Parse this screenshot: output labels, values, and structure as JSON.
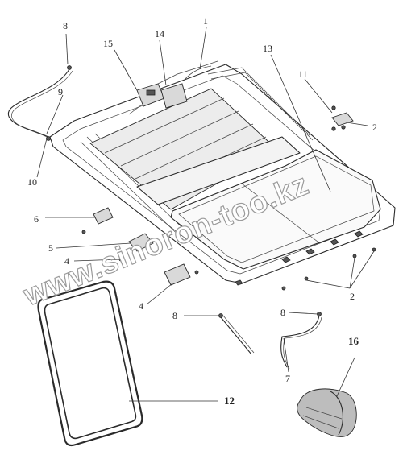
{
  "diagram": {
    "callouts": {
      "c1": "1",
      "c2a": "2",
      "c2b": "2",
      "c4a": "4",
      "c4b": "4",
      "c5": "5",
      "c6": "6",
      "c7": "7",
      "c8a": "8",
      "c8b": "8",
      "c8c": "8",
      "c9": "9",
      "c10": "10",
      "c11": "11",
      "c12": "12",
      "c13": "13",
      "c14": "14",
      "c15": "15",
      "c16": "16"
    },
    "watermark": "www.sinoron-too.kz"
  }
}
